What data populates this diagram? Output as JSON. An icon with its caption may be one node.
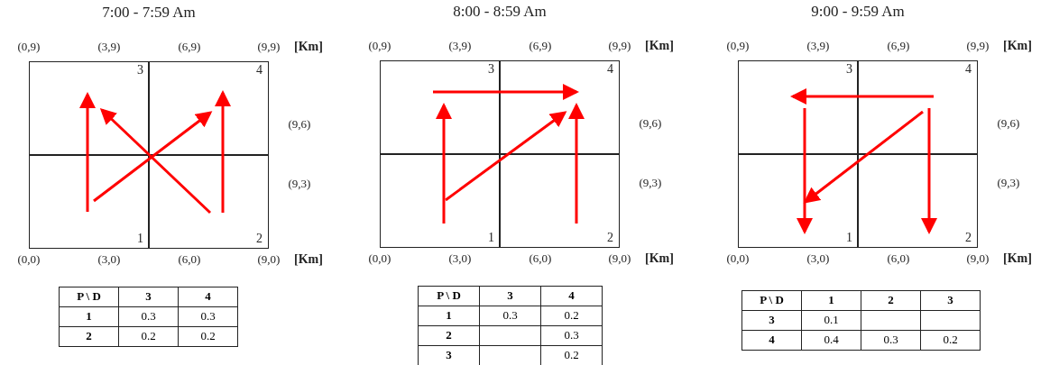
{
  "diagram": {
    "nodes": [
      {
        "text": [
          "7:00 - 7:59 Am"
        ]
      },
      {
        "text": [
          "3"
        ],
        "in": 0
      },
      {
        "text": [
          "4"
        ],
        "in": 0
      },
      {
        "text": [
          "1"
        ],
        "in": 0
      },
      {
        "text": [
          "2"
        ],
        "in": 0
      },
      {
        "text": [
          "8:00 - 8:59 Am"
        ]
      },
      {
        "text": [
          "3"
        ],
        "in": 5
      },
      {
        "text": [
          "4"
        ],
        "in": 5
      },
      {
        "text": [
          "1"
        ],
        "in": 5
      },
      {
        "text": [
          "2"
        ],
        "in": 5
      },
      {
        "text": [
          "9:00 - 9:59 Am"
        ]
      },
      {
        "text": [
          "3"
        ],
        "in": 10
      },
      {
        "text": [
          "4"
        ],
        "in": 10
      },
      {
        "text": [
          "1"
        ],
        "in": 10
      },
      {
        "text": [
          "2"
        ],
        "in": 10
      }
    ],
    "edges": [
      {
        "from": 3,
        "to": 1,
        "arrow": "to"
      },
      {
        "from": 3,
        "to": 2,
        "arrow": "to"
      },
      {
        "from": 4,
        "to": 1,
        "arrow": "to"
      },
      {
        "from": 4,
        "to": 2,
        "arrow": "to"
      },
      {
        "from": 8,
        "to": 6,
        "arrow": "to"
      },
      {
        "from": 8,
        "to": 7,
        "arrow": "to"
      },
      {
        "from": 9,
        "to": 7,
        "arrow": "to"
      },
      {
        "from": 6,
        "to": 7,
        "arrow": "to"
      },
      {
        "from": 11,
        "to": 13,
        "arrow": "to"
      },
      {
        "from": 12,
        "to": 13,
        "arrow": "to"
      },
      {
        "from": 12,
        "to": 14,
        "arrow": "to"
      },
      {
        "from": 12,
        "to": 11,
        "arrow": "to"
      }
    ],
    "labels": [
      "(0,9)",
      "(3,9)",
      "(6,9)",
      "(9,9)",
      "[Km]",
      "(9,6)",
      "(9,3)",
      "(0,0)",
      "(3,0)",
      "(6,0)",
      "(9,0)",
      "[Km]",
      "P \\ D",
      "3",
      "4",
      "1",
      "0.3",
      "0.3",
      "2",
      "0.2",
      "0.2",
      "(0,9)",
      "(3,9)",
      "(6,9)",
      "(9,9)",
      "[Km]",
      "(9,6)",
      "(9,3)",
      "(0,0)",
      "(3,0)",
      "(6,0)",
      "(9,0)",
      "[Km]",
      "P \\ D",
      "3",
      "4",
      "1",
      "0.3",
      "0.2",
      "2",
      "0.3",
      "3",
      "0.2",
      "(0,9)",
      "(3,9)",
      "(6,9)",
      "(9,9)",
      "[Km]",
      "(9,6)",
      "(9,3)",
      "(0,0)",
      "(3,0)",
      "(6,0)",
      "(9,0)",
      "[Km]",
      "P \\ D",
      "1",
      "2",
      "3",
      "3",
      "0.1",
      "4",
      "0.4",
      "0.3",
      "0.2"
    ]
  }
}
